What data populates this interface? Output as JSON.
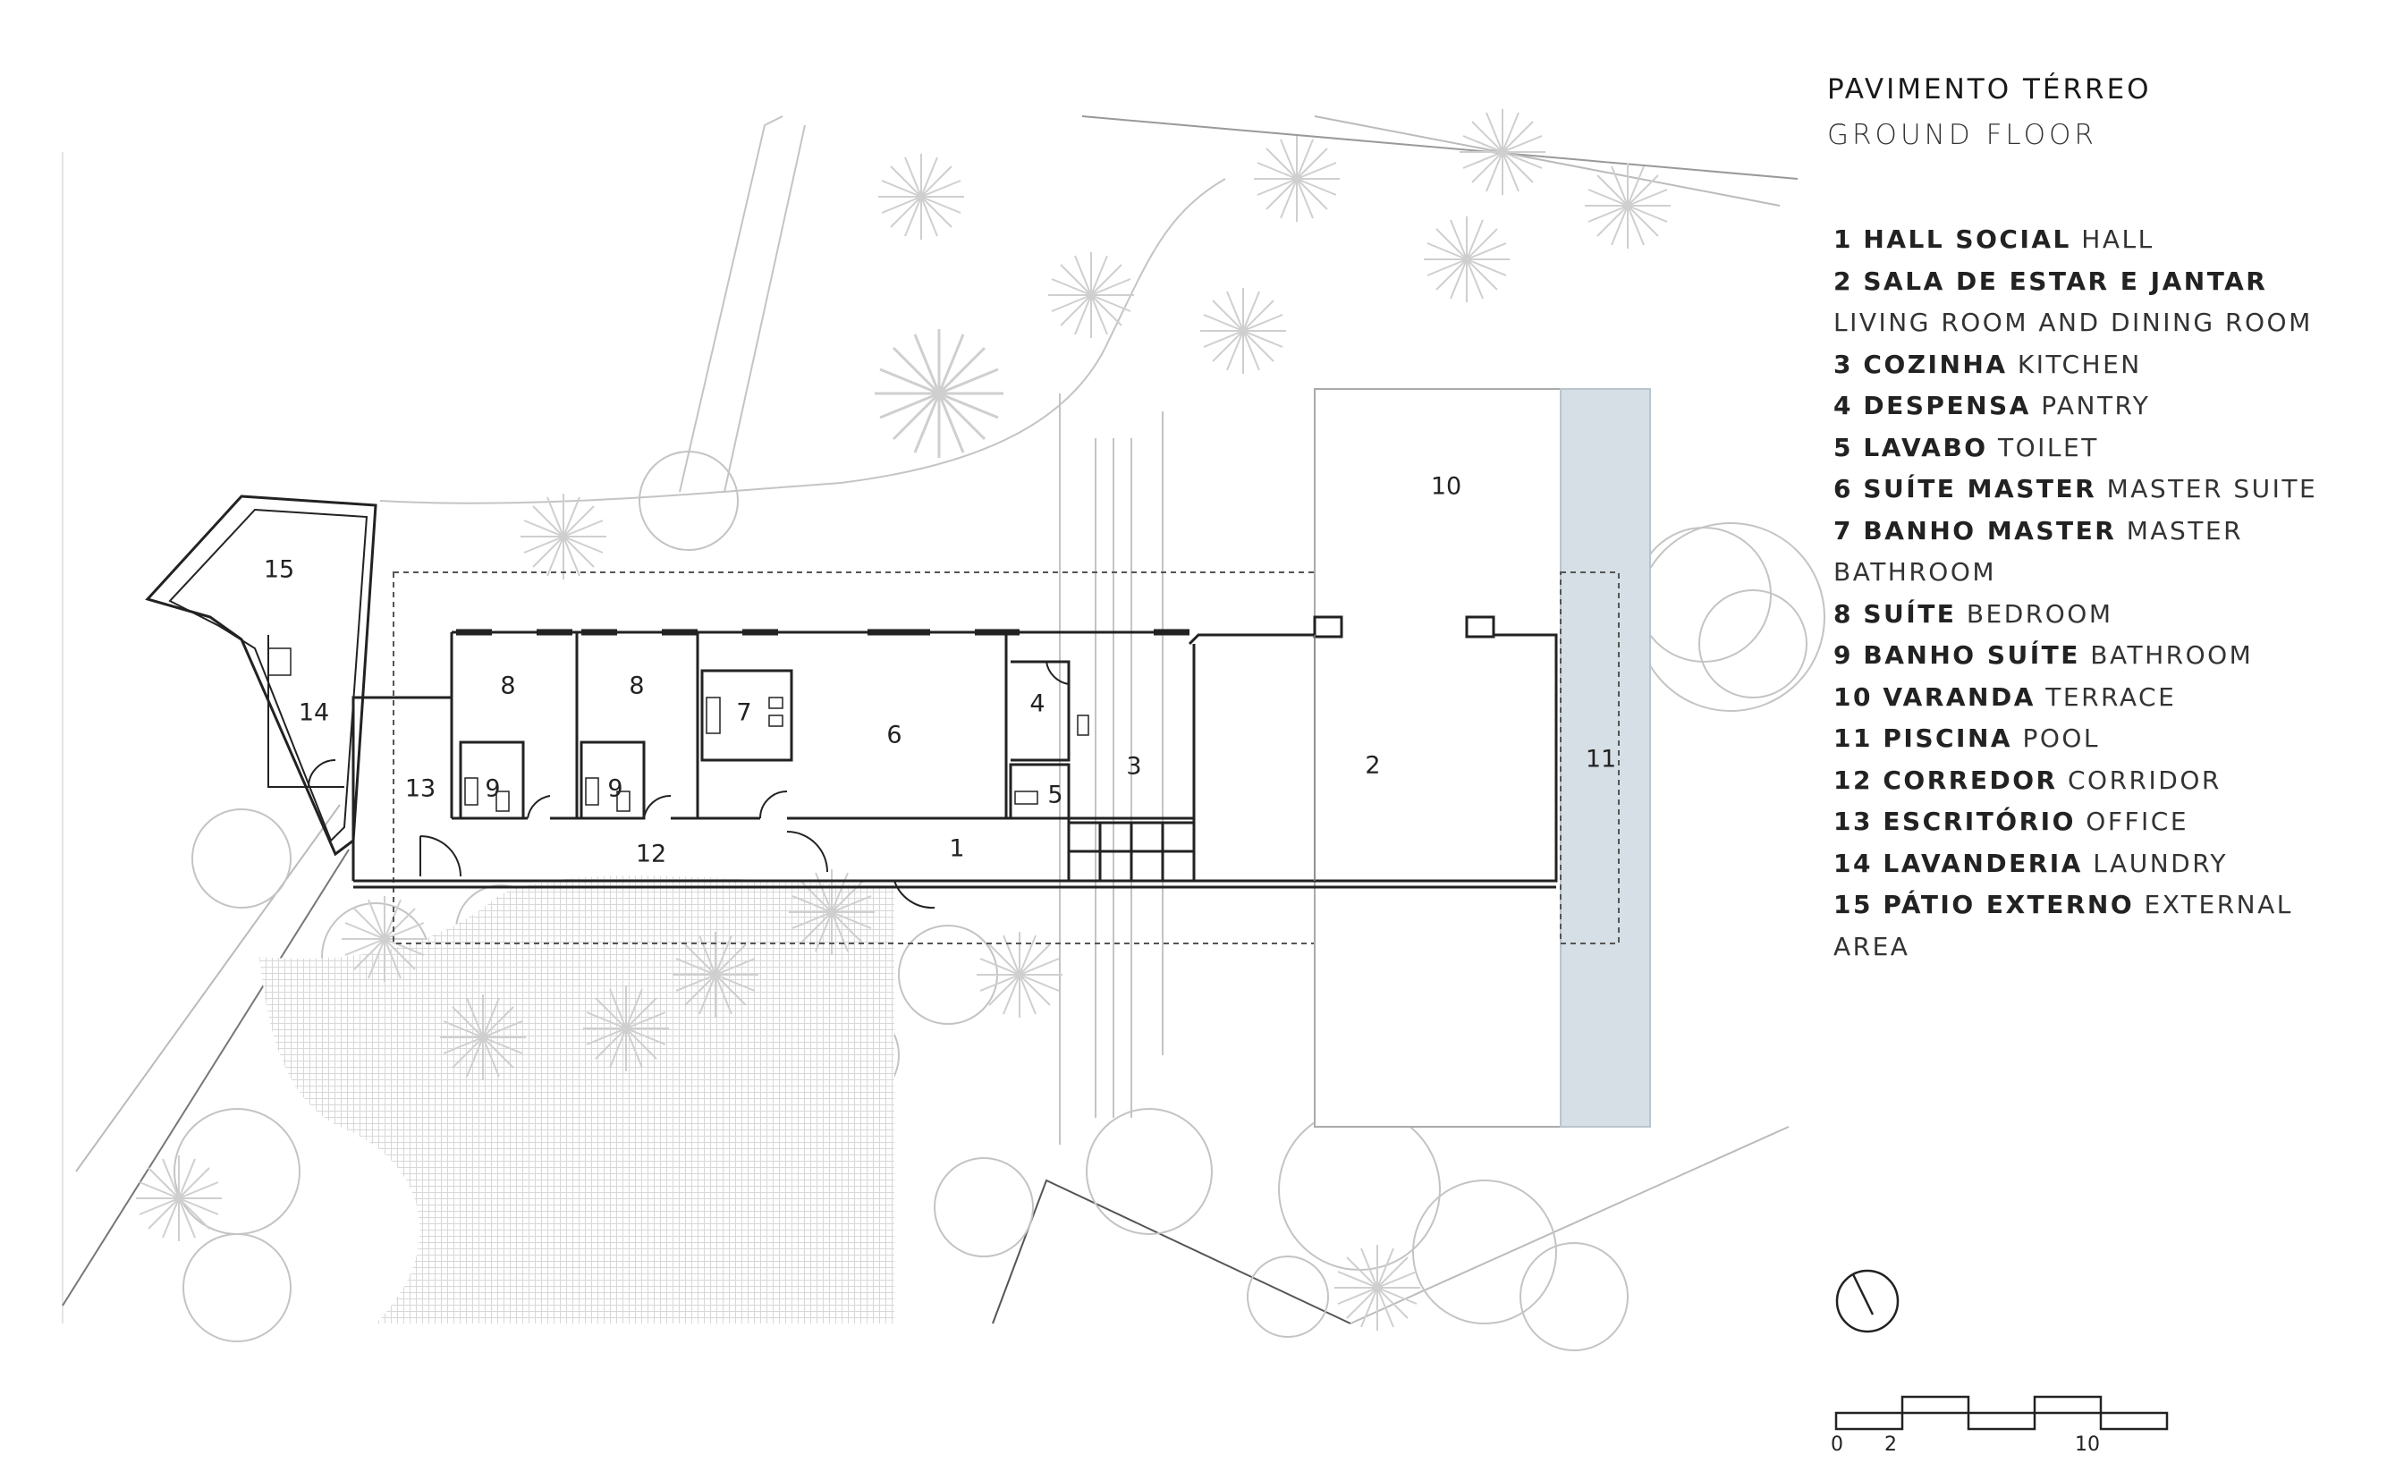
{
  "title": "PAVIMENTO TÉRREO",
  "subtitle": "GROUND FLOOR",
  "legend": [
    {
      "num": "1",
      "pt": "HALL SOCIAL",
      "en": "HALL"
    },
    {
      "num": "2",
      "pt": "SALA DE ESTAR E JANTAR",
      "en": "LIVING ROOM AND DINING ROOM"
    },
    {
      "num": "3",
      "pt": "COZINHA",
      "en": "KITCHEN"
    },
    {
      "num": "4",
      "pt": "DESPENSA",
      "en": "PANTRY"
    },
    {
      "num": "5",
      "pt": "LAVABO",
      "en": "TOILET"
    },
    {
      "num": "6",
      "pt": "SUÍTE MASTER",
      "en": "MASTER SUITE"
    },
    {
      "num": "7",
      "pt": "BANHO MASTER",
      "en": "MASTER BATHROOM"
    },
    {
      "num": "8",
      "pt": "SUÍTE",
      "en": "BEDROOM"
    },
    {
      "num": "9",
      "pt": "BANHO SUÍTE",
      "en": "BATHROOM"
    },
    {
      "num": "10",
      "pt": "VARANDA",
      "en": "TERRACE"
    },
    {
      "num": "11",
      "pt": "PISCINA",
      "en": "POOL"
    },
    {
      "num": "12",
      "pt": "CORREDOR",
      "en": "CORRIDOR"
    },
    {
      "num": "13",
      "pt": "ESCRITÓRIO",
      "en": "OFFICE"
    },
    {
      "num": "14",
      "pt": "LAVANDERIA",
      "en": "LAUNDRY"
    },
    {
      "num": "15",
      "pt": "PÁTIO EXTERNO",
      "en": "EXTERNAL AREA"
    }
  ],
  "rooms": [
    "1",
    "2",
    "3",
    "4",
    "5",
    "6",
    "7",
    "8",
    "8",
    "9",
    "9",
    "10",
    "11",
    "12",
    "13",
    "14",
    "15"
  ],
  "scale": {
    "labels": [
      "0",
      "2",
      "10"
    ]
  },
  "colors": {
    "pool": "#d5dfe5",
    "wall": "#222222",
    "context": "#c8c8c8",
    "text": "#222222"
  },
  "icons": {
    "north": "north-arrow-icon"
  }
}
